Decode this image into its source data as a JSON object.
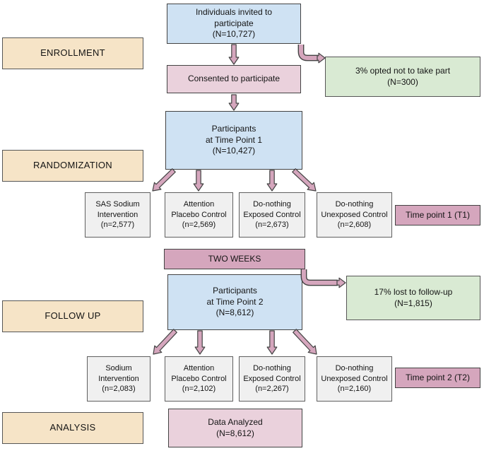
{
  "stages": {
    "enrollment": "ENROLLMENT",
    "randomization": "RANDOMIZATION",
    "follow_up": "FOLLOW UP",
    "analysis": "ANALYSIS"
  },
  "nodes": {
    "invited": "Individuals invited to\nparticipate\n(N=10,727)",
    "consented": "Consented to participate",
    "opted_out": "3% opted not to take part\n(N=300)",
    "timepoint1": "Participants\nat Time Point 1\n(N=10,427)",
    "interval": "TWO WEEKS",
    "lost_followup": "17% lost to follow-up\n(N=1,815)",
    "timepoint2": "Participants\nat Time Point 2\n(N=8,612)",
    "analyzed": "Data Analyzed\n(N=8,612)"
  },
  "t1_groups": [
    "SAS Sodium\nIntervention\n(n=2,577)",
    "Attention\nPlacebo Control\n(n=2,569)",
    "Do-nothing\nExposed Control\n(n=2,673)",
    "Do-nothing\nUnexposed Control\n(n=2,608)"
  ],
  "t2_groups": [
    "Sodium\nIntervention\n(n=2,083)",
    "Attention\nPlacebo Control\n(n=2,102)",
    "Do-nothing\nExposed Control\n(n=2,267)",
    "Do-nothing\nUnexposed Control\n(n=2,160)"
  ],
  "side_labels": {
    "t1": "Time point 1 (T1)",
    "t2": "Time point 2 (T2)"
  },
  "colors": {
    "stage_fill": "#f6e4c7",
    "primary_fill": "#cfe2f3",
    "consent_fill": "#ead1dc",
    "interval_fill": "#d5a6bd",
    "note_fill": "#d9ead3",
    "group_fill": "#f0f0f0",
    "arrow_fill": "#d5a6bd",
    "border": "#434343"
  }
}
